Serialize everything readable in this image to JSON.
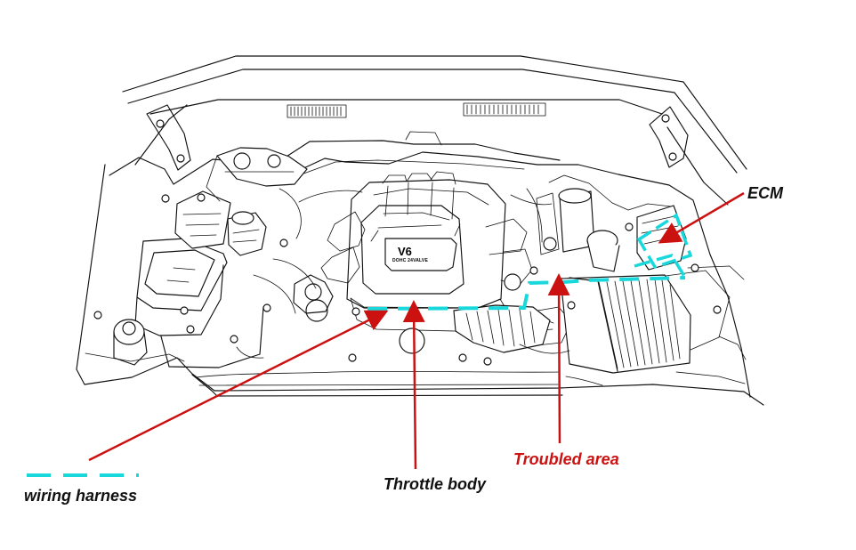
{
  "labels": {
    "ecm": "ECM",
    "troubled_area": "Troubled area",
    "throttle_body": "Throttle body",
    "wiring_harness": "wiring harness"
  },
  "engine_badge": {
    "main": "V6",
    "sub": "DOHC 24VALVE"
  },
  "colors": {
    "annotation": "#cc1111",
    "harness": "#18d8dc",
    "line_art": "#111111",
    "background": "#ffffff"
  }
}
